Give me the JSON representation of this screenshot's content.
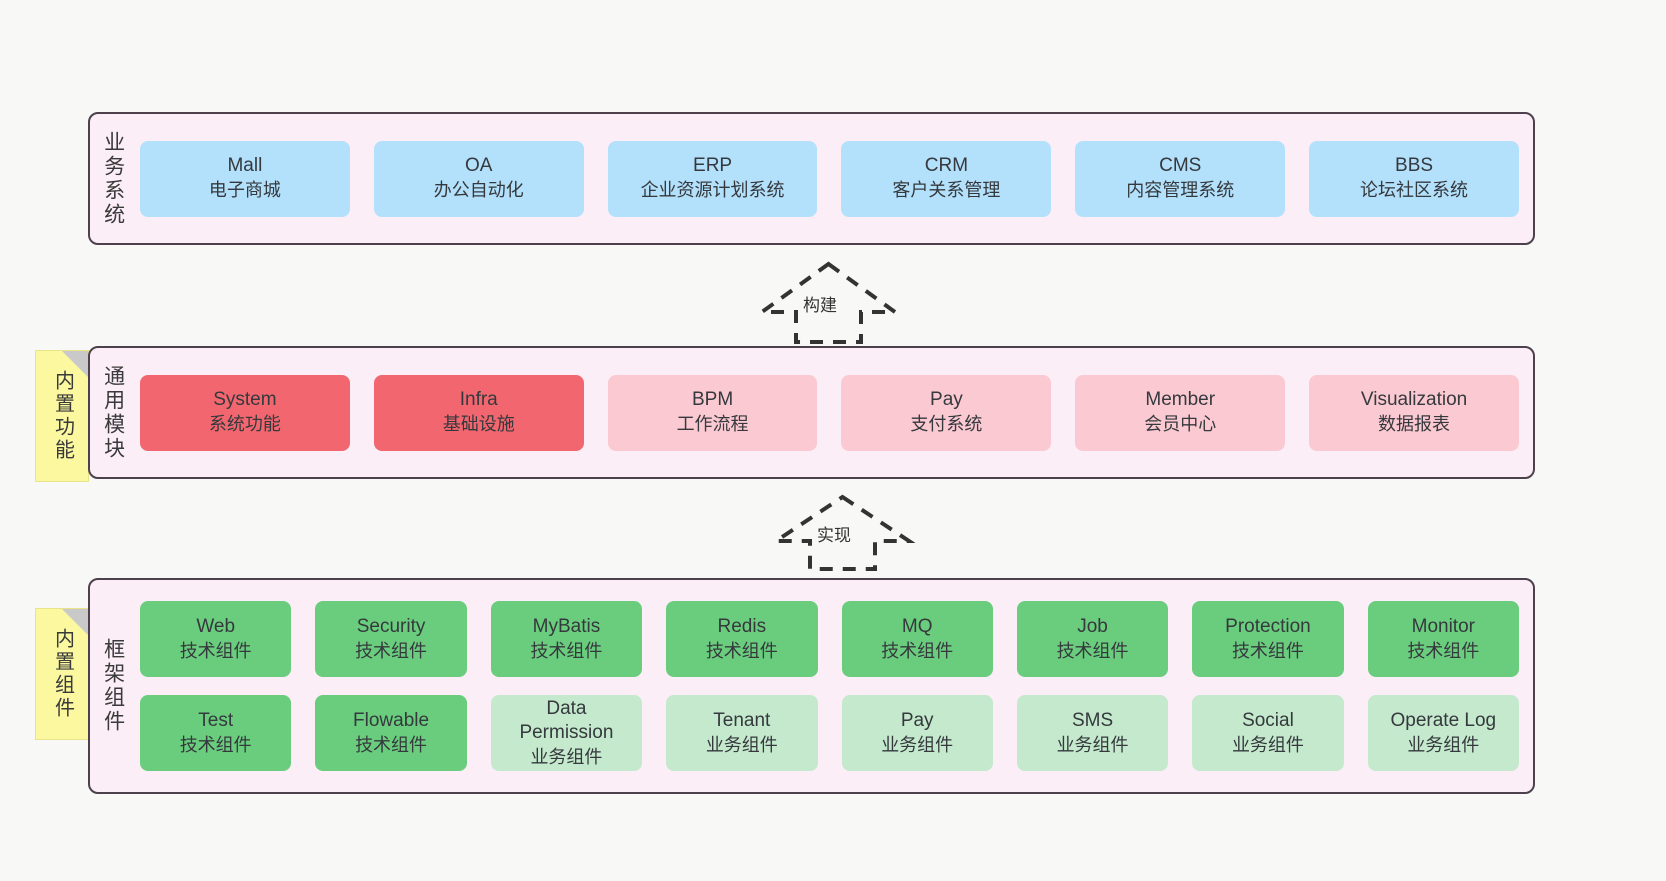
{
  "diagram": {
    "background_color": "#f8f8f6",
    "layer_bg_color": "#fbeef6",
    "layer_border_color": "#4c414d",
    "sticky_color": "#fbf8a0",
    "colors": {
      "blue": "#b3e0fb",
      "red": "#f2666f",
      "pink": "#fbc9d2",
      "green": "#6acd7e",
      "light_green": "#c4e9cd"
    }
  },
  "business_layer": {
    "title": "业务系统",
    "cards": [
      {
        "name": "Mall",
        "desc": "电子商城",
        "color": "blue"
      },
      {
        "name": "OA",
        "desc": "办公自动化",
        "color": "blue"
      },
      {
        "name": "ERP",
        "desc": "企业资源计划系统",
        "color": "blue"
      },
      {
        "name": "CRM",
        "desc": "客户关系管理",
        "color": "blue"
      },
      {
        "name": "CMS",
        "desc": "内容管理系统",
        "color": "blue"
      },
      {
        "name": "BBS",
        "desc": "论坛社区系统",
        "color": "blue"
      }
    ]
  },
  "arrow_build": {
    "label": "构建"
  },
  "arrow_implement": {
    "label": "实现"
  },
  "module_layer": {
    "sticky_label": "内置功能",
    "title": "通用模块",
    "cards": [
      {
        "name": "System",
        "desc": "系统功能",
        "color": "red"
      },
      {
        "name": "Infra",
        "desc": "基础设施",
        "color": "red"
      },
      {
        "name": "BPM",
        "desc": "工作流程",
        "color": "pink"
      },
      {
        "name": "Pay",
        "desc": "支付系统",
        "color": "pink"
      },
      {
        "name": "Member",
        "desc": "会员中心",
        "color": "pink"
      },
      {
        "name": "Visualization",
        "desc": "数据报表",
        "color": "pink"
      }
    ]
  },
  "framework_layer": {
    "sticky_label": "内置组件",
    "title": "框架组件",
    "row1": [
      {
        "name": "Web",
        "desc": "技术组件",
        "color": "green"
      },
      {
        "name": "Security",
        "desc": "技术组件",
        "color": "green"
      },
      {
        "name": "MyBatis",
        "desc": "技术组件",
        "color": "green"
      },
      {
        "name": "Redis",
        "desc": "技术组件",
        "color": "green"
      },
      {
        "name": "MQ",
        "desc": "技术组件",
        "color": "green"
      },
      {
        "name": "Job",
        "desc": "技术组件",
        "color": "green"
      },
      {
        "name": "Protection",
        "desc": "技术组件",
        "color": "green"
      },
      {
        "name": "Monitor",
        "desc": "技术组件",
        "color": "green"
      }
    ],
    "row2": [
      {
        "name": "Test",
        "desc": "技术组件",
        "color": "green"
      },
      {
        "name": "Flowable",
        "desc": "技术组件",
        "color": "green"
      },
      {
        "name": "Data",
        "name2": "Permission",
        "desc": "业务组件",
        "color": "light_green"
      },
      {
        "name": "Tenant",
        "desc": "业务组件",
        "color": "light_green"
      },
      {
        "name": "Pay",
        "desc": "业务组件",
        "color": "light_green"
      },
      {
        "name": "SMS",
        "desc": "业务组件",
        "color": "light_green"
      },
      {
        "name": "Social",
        "desc": "业务组件",
        "color": "light_green"
      },
      {
        "name": "Operate Log",
        "desc": "业务组件",
        "color": "light_green"
      }
    ]
  }
}
